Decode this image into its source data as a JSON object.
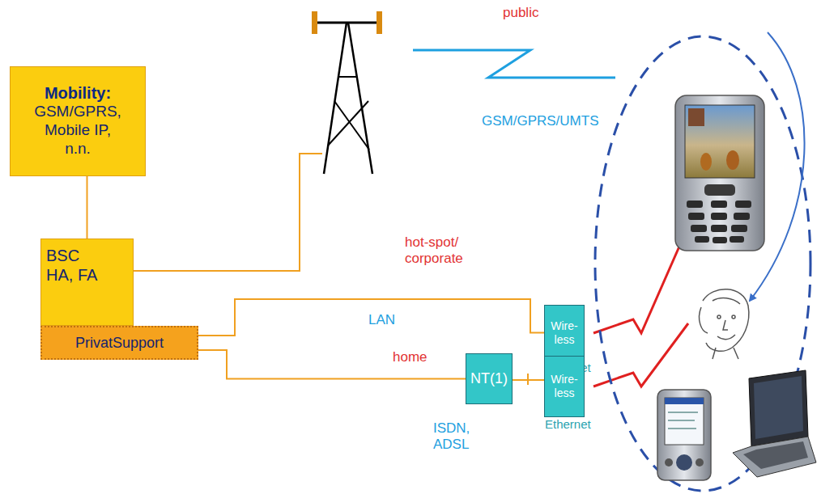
{
  "diagram": {
    "nodes": [
      {
        "text": [
          "Mobility:",
          "GSM/GPRS, Mobile IP, n.n."
        ]
      },
      {
        "text": [
          "BSC HA, FA"
        ]
      },
      {
        "text": [
          "PrivatSupport"
        ]
      },
      {
        "text": [
          "Wire- less",
          "Ethernet"
        ]
      },
      {
        "text": [
          "NT(1)"
        ]
      },
      {
        "text": [
          "Wire- less",
          "Ethernet"
        ]
      }
    ],
    "edges": [
      {
        "from": 0,
        "to": 1,
        "arrow": "none"
      },
      {
        "from": 2,
        "to": 3,
        "arrow": "none"
      },
      {
        "from": 2,
        "to": 4,
        "arrow": "none"
      },
      {
        "from": 4,
        "to": 5,
        "arrow": "none"
      }
    ],
    "labels": [
      "public",
      "GSM/GPRS/UMTS",
      "hot-spot/ corporate",
      "LAN",
      "home",
      "ISDN, ADSL"
    ]
  }
}
